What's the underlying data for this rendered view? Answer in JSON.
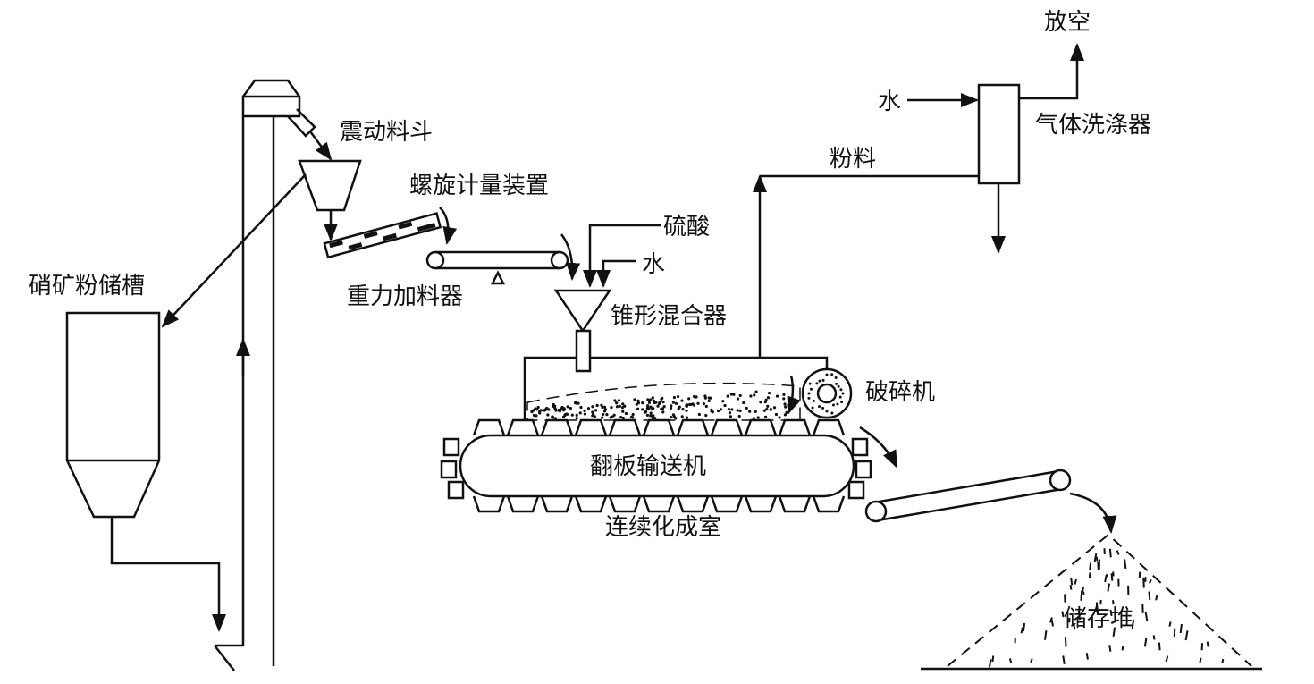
{
  "labels": {
    "vent": "放空",
    "water_top": "水",
    "gas_scrubber": "气体洗涤器",
    "powder": "粉料",
    "vibrating_hopper": "震动料斗",
    "screw_metering": "螺旋计量装置",
    "sulfuric_acid": "硫酸",
    "water_mixer": "水",
    "ore_tank": "硝矿粉储槽",
    "gravity_feeder": "重力加料器",
    "cone_mixer": "锥形混合器",
    "crusher": "破碎机",
    "flap_conveyor": "翻板输送机",
    "curing_chamber": "连续化成室",
    "storage_pile": "储存堆"
  },
  "colors": {
    "line": "#111111",
    "background": "#ffffff"
  }
}
